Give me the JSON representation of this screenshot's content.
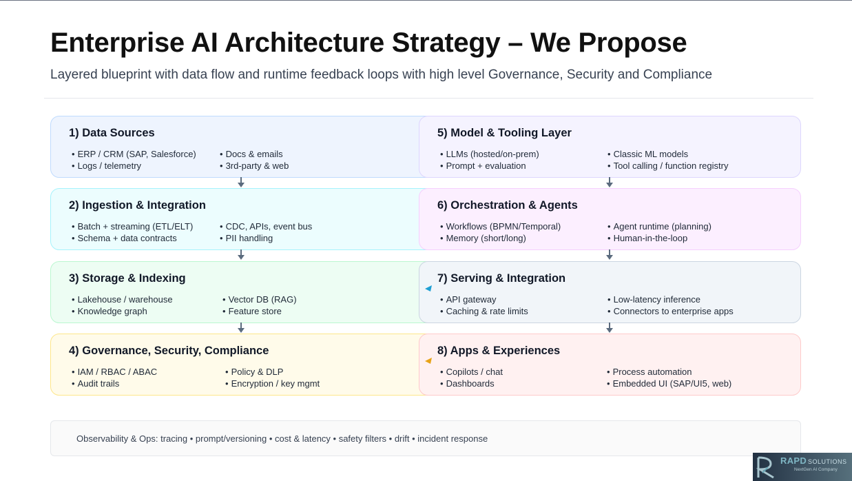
{
  "title": "Enterprise AI Architecture Strategy – We Propose",
  "subtitle": "Layered blueprint with data flow and runtime feedback loops with high level Governance, Security and Compliance",
  "left_layers": [
    {
      "title": "1) Data Sources",
      "col1": [
        "ERP / CRM (SAP, Salesforce)",
        "Logs / telemetry"
      ],
      "col2": [
        "Docs & emails",
        "3rd-party & web"
      ],
      "bg": "#eef4fe",
      "border": "#bfdbfe"
    },
    {
      "title": "2) Ingestion & Integration",
      "col1": [
        "Batch + streaming (ETL/ELT)",
        "Schema + data contracts"
      ],
      "col2": [
        "CDC, APIs, event bus",
        "PII handling"
      ],
      "bg": "#ecfdfe",
      "border": "#a5f3fc"
    },
    {
      "title": "3) Storage & Indexing",
      "col1": [
        "Lakehouse / warehouse",
        "Knowledge graph"
      ],
      "col2": [
        "Vector DB (RAG)",
        "Feature store"
      ],
      "bg": "#edfdf3",
      "border": "#bbf7d0"
    },
    {
      "title": "4) Governance, Security, Compliance",
      "col1": [
        "IAM / RBAC / ABAC",
        "Audit trails"
      ],
      "col2": [
        "Policy & DLP",
        "Encryption / key mgmt"
      ],
      "bg": "#fffbea",
      "border": "#fde68a"
    }
  ],
  "right_layers": [
    {
      "title": "5) Model & Tooling Layer",
      "col1": [
        "LLMs (hosted/on-prem)",
        "Prompt + evaluation"
      ],
      "col2": [
        "Classic ML models",
        "Tool calling / function registry"
      ],
      "bg": "#f5f3ff",
      "border": "#ddd6fe"
    },
    {
      "title": "6) Orchestration & Agents",
      "col1": [
        "Workflows (BPMN/Temporal)",
        "Memory (short/long)"
      ],
      "col2": [
        "Agent runtime (planning)",
        "Human-in-the-loop"
      ],
      "bg": "#fcefff",
      "border": "#f5d0fe"
    },
    {
      "title": "7) Serving & Integration",
      "col1": [
        "API gateway",
        "Caching & rate limits"
      ],
      "col2": [
        "Low-latency inference",
        "Connectors to enterprise apps"
      ],
      "bg": "#f1f5f9",
      "border": "#cbd5e1"
    },
    {
      "title": "8) Apps & Experiences",
      "col1": [
        "Copilots / chat",
        "Dashboards"
      ],
      "col2": [
        "Process automation",
        "Embedded UI (SAP/UI5, web)"
      ],
      "bg": "#fff1f1",
      "border": "#fecaca"
    }
  ],
  "observability": "Observability & Ops: tracing • prompt/versioning • cost & latency • safety filters • drift • incident response",
  "colors": {
    "flow_arrow": "#5b6b7e",
    "feedback_serving": "#1e9fd3",
    "feedback_apps": "#e8a317"
  },
  "logo": {
    "name": "RAPD",
    "name_suffix": "SOLUTIONS",
    "tagline": "NextGen AI Company",
    "mark_icon": "rapd-logo-icon"
  }
}
